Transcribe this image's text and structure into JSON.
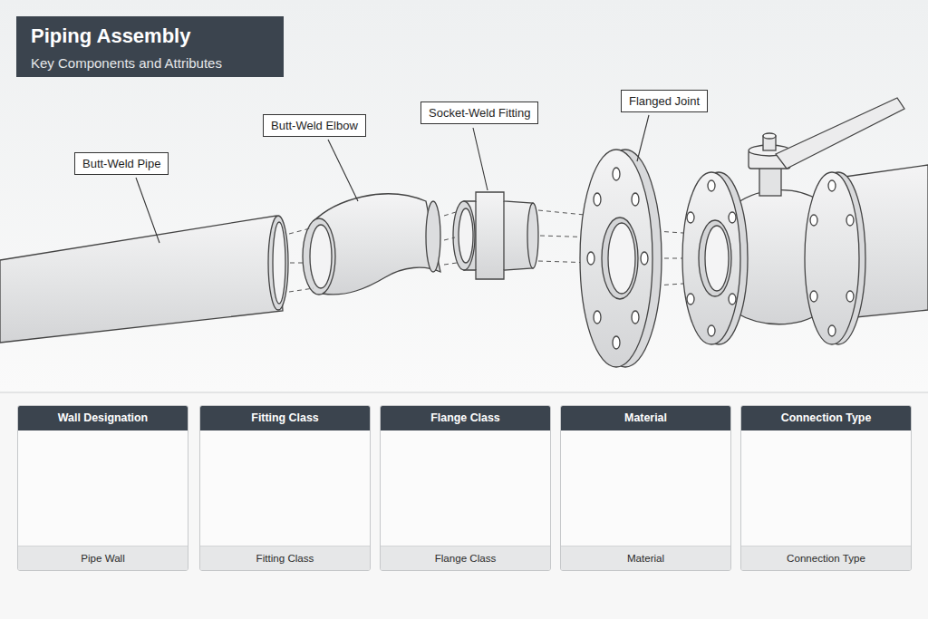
{
  "diagram": {
    "title": "Piping Assembly",
    "nodes": [
      {
        "text": [
          "Butt-Weld Pipe"
        ]
      },
      {
        "text": [
          "Butt-Weld Elbow"
        ]
      },
      {
        "text": [
          "Socket-Weld Fitting"
        ]
      },
      {
        "text": [
          "Flanged Joint"
        ]
      },
      {
        "text": [
          "Wall Designation",
          "Pipe Wall"
        ]
      },
      {
        "text": [
          "Fitting Class",
          "Fitting Class"
        ]
      },
      {
        "text": [
          "Flange Class",
          "Flange Class"
        ]
      },
      {
        "text": [
          "Material",
          "Material"
        ]
      },
      {
        "text": [
          "Connection Type",
          "Connection Type"
        ]
      }
    ],
    "labels": [
      "Key Components and Attributes"
    ]
  }
}
